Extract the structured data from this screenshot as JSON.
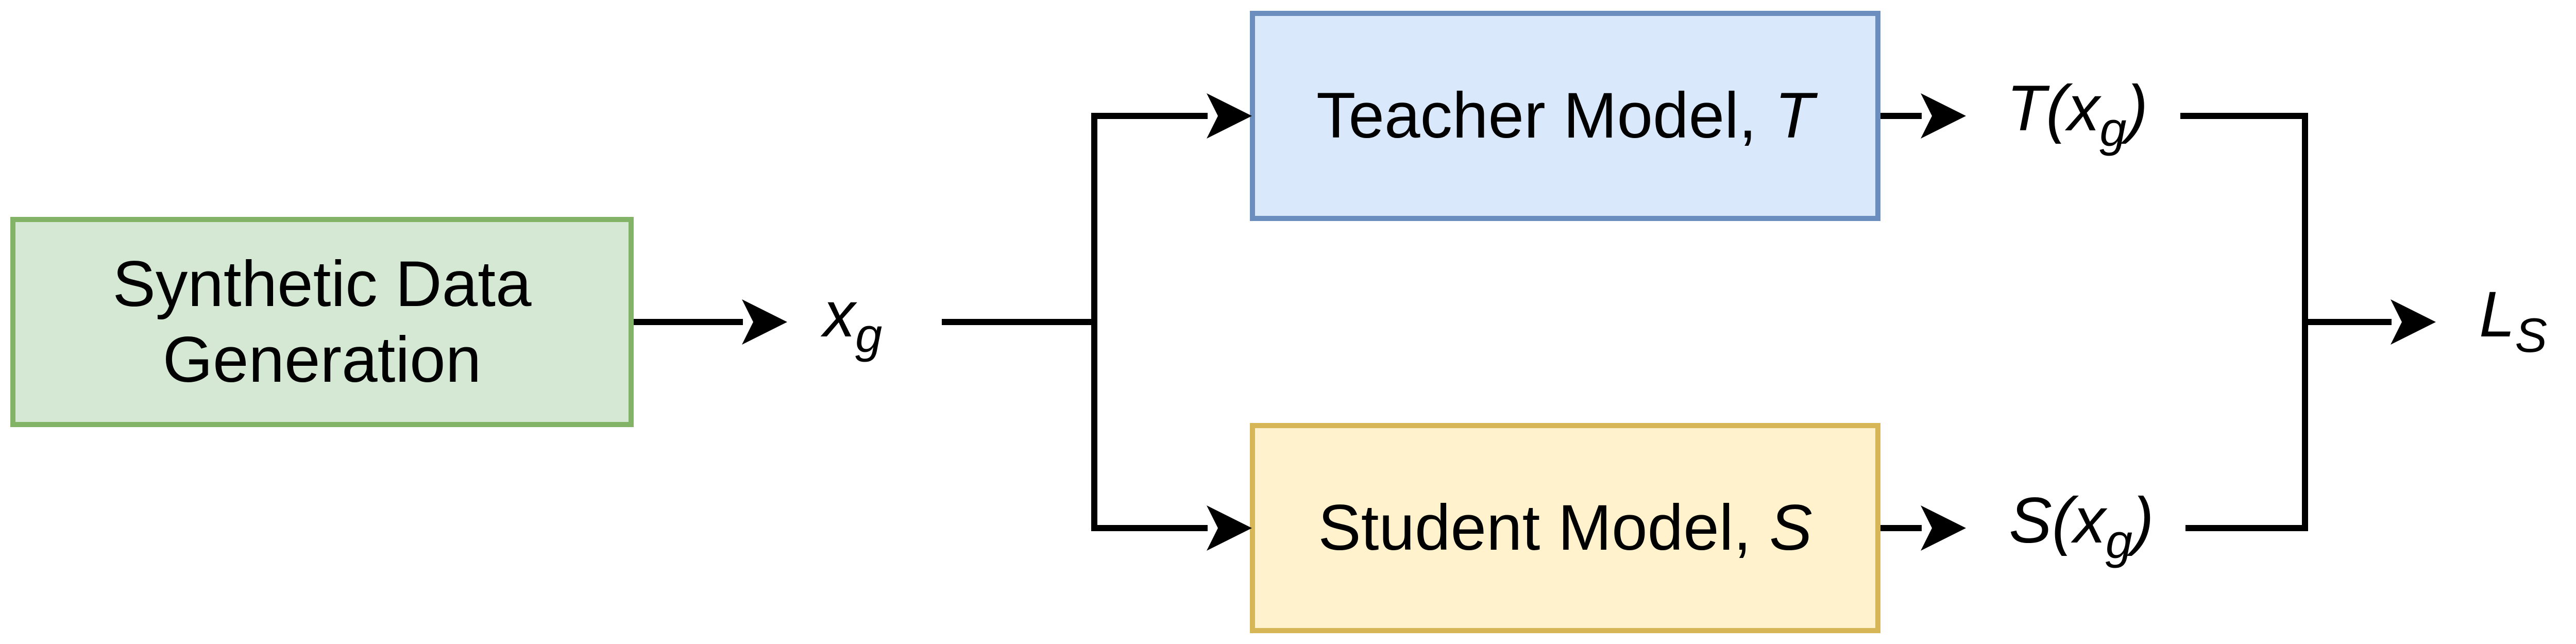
{
  "colors": {
    "background": "#ffffff",
    "line": "#000000",
    "text": "#000000"
  },
  "boxes": {
    "synthetic": {
      "line1": "Synthetic Data",
      "line2": "Generation",
      "fill": "#d5e8d4",
      "stroke": "#82b366"
    },
    "teacher": {
      "prefix": "Teacher Model,",
      "symbol": "T",
      "fill": "#dae8fc",
      "stroke": "#6c8ebf"
    },
    "student": {
      "prefix": "Student Model,",
      "symbol": "S",
      "fill": "#fff2cc",
      "stroke": "#d6b656"
    }
  },
  "edge_labels": {
    "input": {
      "base": "x",
      "sub": "g"
    },
    "teacher_out": {
      "fn": "T",
      "open": "(",
      "arg": "x",
      "sub": "g",
      "close": ")"
    },
    "student_out": {
      "fn": "S",
      "open": "(",
      "arg": "x",
      "sub": "g",
      "close": ")"
    },
    "loss": {
      "base": "L",
      "sub": "S"
    }
  }
}
